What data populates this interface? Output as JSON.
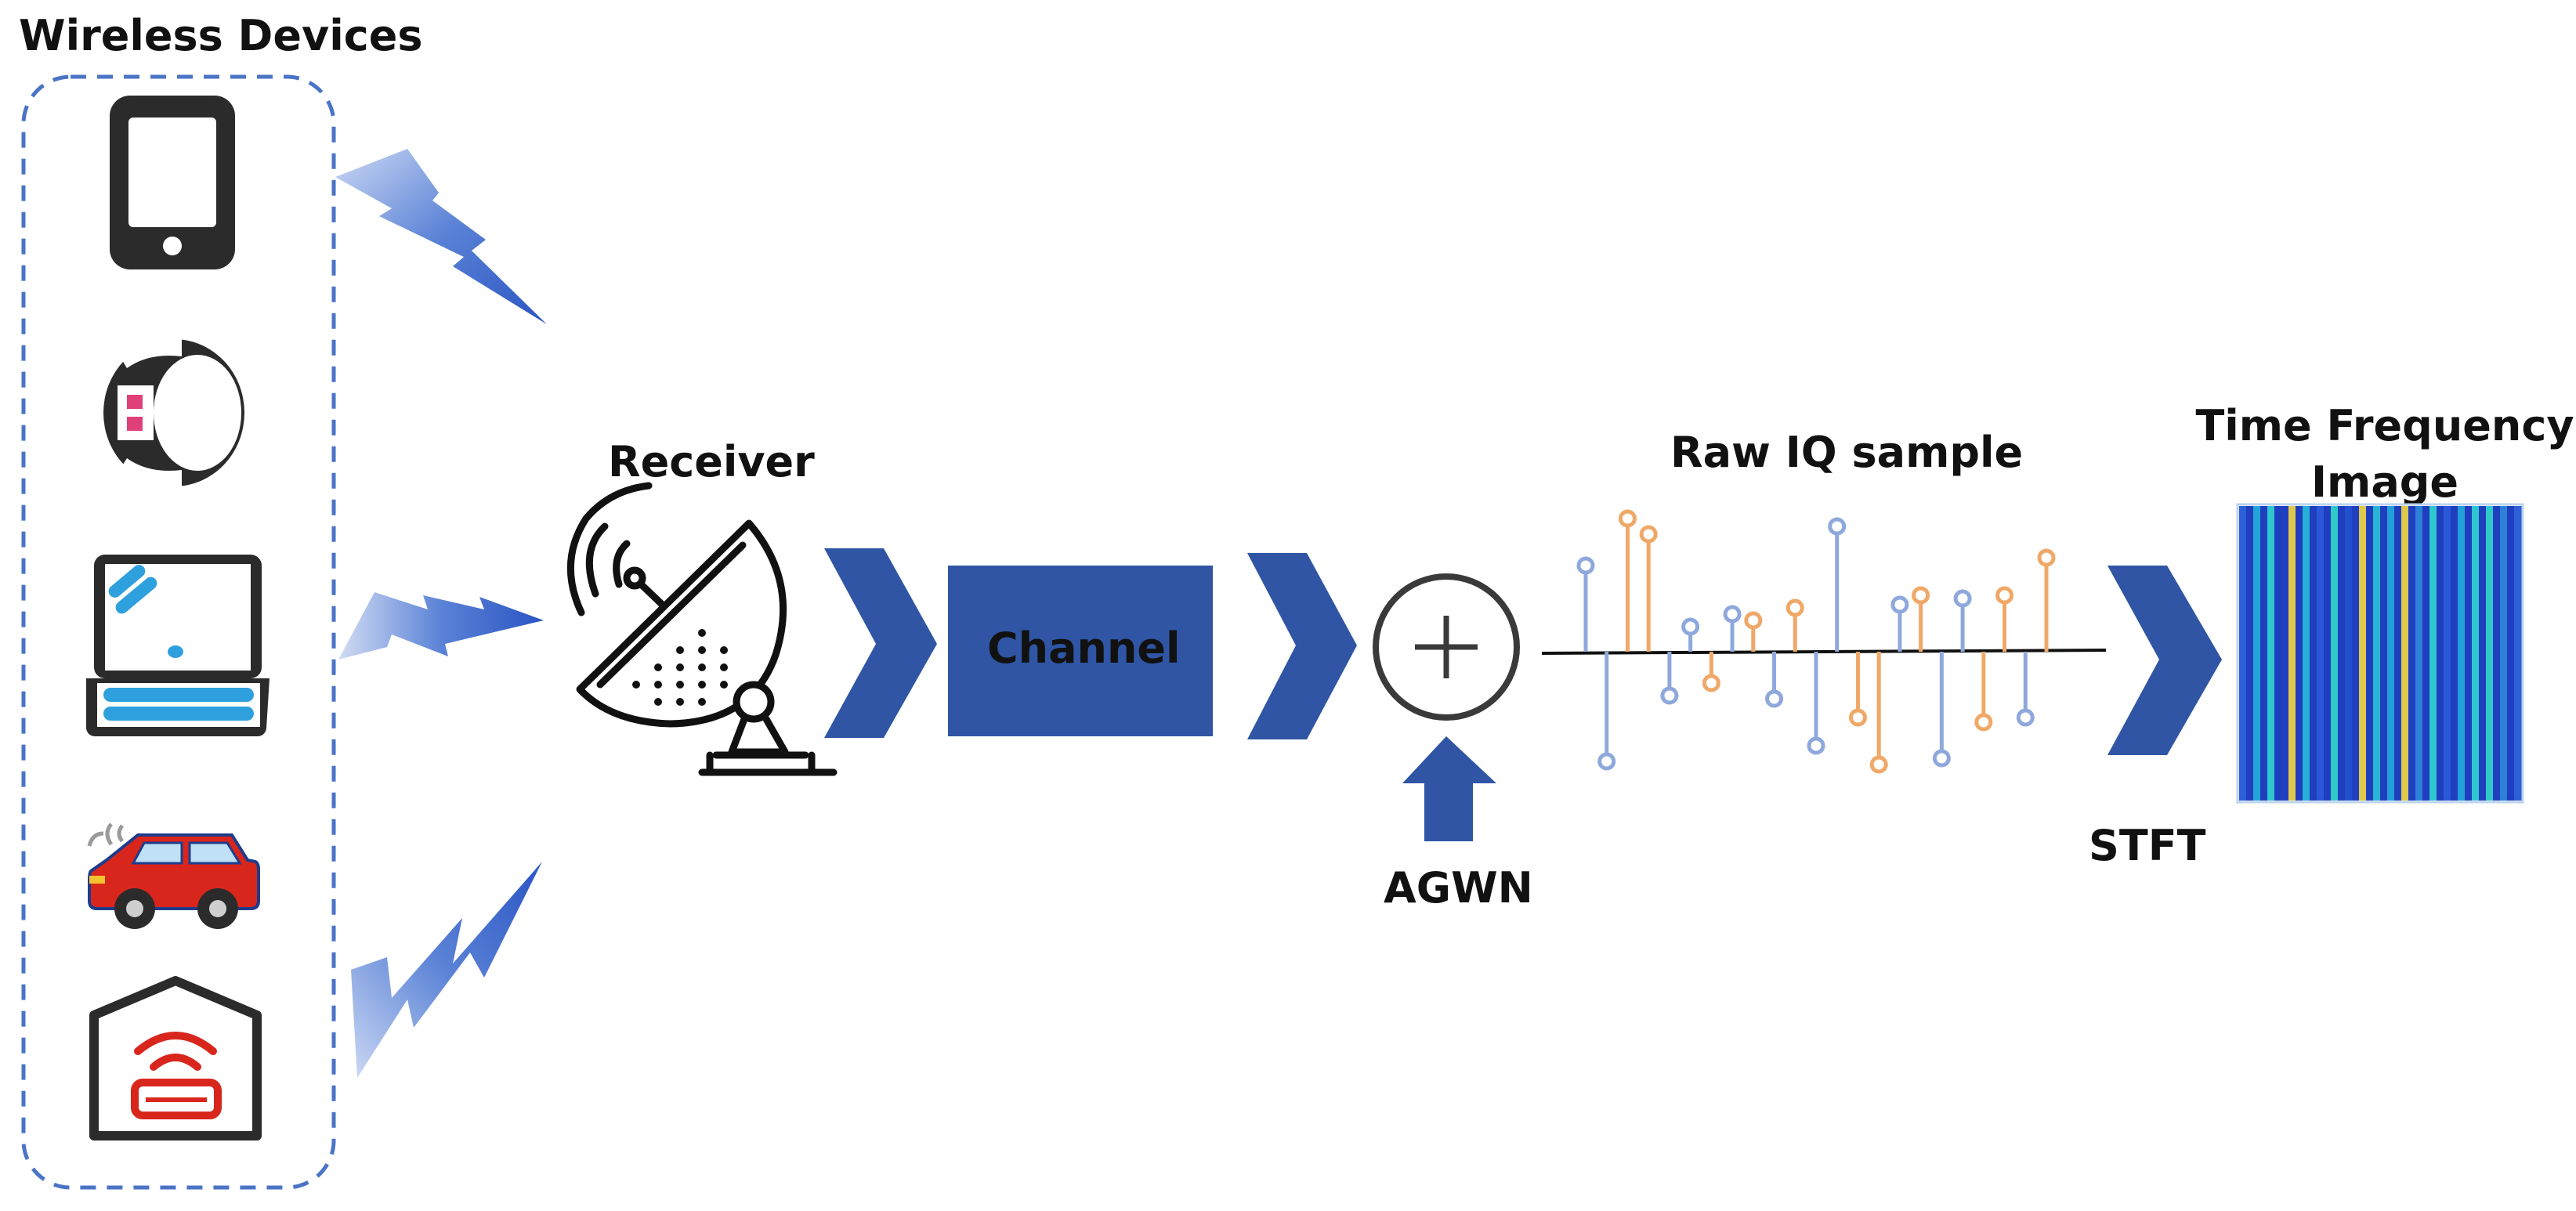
{
  "labels": {
    "wireless_devices": "Wireless Devices",
    "receiver": "Receiver",
    "channel": "Channel",
    "agwn": "AGWN",
    "raw_iq_sample": "Raw IQ sample",
    "stft": "STFT",
    "tf_image_line1": "Time Frequency",
    "tf_image_line2": "Image"
  },
  "devices": [
    {
      "name": "tablet-icon"
    },
    {
      "name": "smartwatch-icon"
    },
    {
      "name": "laptop-icon"
    },
    {
      "name": "car-icon"
    },
    {
      "name": "smart-home-icon"
    }
  ],
  "colors": {
    "primary_blue": "#2f55a4",
    "lightning_blue": "#3a64c8",
    "dashed_border": "#4a74c6",
    "iq_blue": "#8fa8dc",
    "iq_orange": "#f0a868",
    "icon_dark": "#2b2b2b",
    "accent_red": "#d9261c",
    "accent_pink": "#e0407a"
  },
  "iq_samples": [
    {
      "series": "blue",
      "value": 0.55
    },
    {
      "series": "blue",
      "value": -0.7
    },
    {
      "series": "orange",
      "value": 0.85
    },
    {
      "series": "orange",
      "value": 0.75
    },
    {
      "series": "blue",
      "value": -0.28
    },
    {
      "series": "blue",
      "value": 0.16
    },
    {
      "series": "orange",
      "value": -0.2
    },
    {
      "series": "blue",
      "value": 0.24
    },
    {
      "series": "orange",
      "value": 0.2
    },
    {
      "series": "blue",
      "value": -0.3
    },
    {
      "series": "orange",
      "value": 0.28
    },
    {
      "series": "blue",
      "value": -0.6
    },
    {
      "series": "blue",
      "value": 0.8
    },
    {
      "series": "orange",
      "value": -0.42
    },
    {
      "series": "orange",
      "value": -0.72
    },
    {
      "series": "blue",
      "value": 0.3
    },
    {
      "series": "orange",
      "value": 0.36
    },
    {
      "series": "blue",
      "value": -0.68
    },
    {
      "series": "blue",
      "value": 0.34
    },
    {
      "series": "orange",
      "value": -0.45
    },
    {
      "series": "orange",
      "value": 0.36
    },
    {
      "series": "blue",
      "value": -0.42
    },
    {
      "series": "orange",
      "value": 0.6
    }
  ],
  "tf_image_columns": [
    "#2c5fd8",
    "#1f3fbf",
    "#23a4d8",
    "#1f3fbf",
    "#2ec7cf",
    "#1f3fbf",
    "#1e40c0",
    "#e0c84c",
    "#1f3fbf",
    "#25b0d6",
    "#1f3fbf",
    "#2a58d8",
    "#1f3fbf",
    "#30c8c8",
    "#1f3fbf",
    "#2450cf",
    "#1f3fbf",
    "#e0c84c",
    "#1f3fbf",
    "#2ab4d4",
    "#1f3fbf",
    "#22a0d8",
    "#1f3fbf",
    "#e0c84c",
    "#1f3fbf",
    "#2d7fd8",
    "#1f3fbf",
    "#2ec7cf",
    "#1f3fbf",
    "#2a58d8",
    "#1f3fbf",
    "#22a0d8",
    "#1f3fbf",
    "#2ec7cf",
    "#1f3fbf",
    "#30c8c8",
    "#1f3fbf",
    "#2d7fd8",
    "#1f3fbf",
    "#2c5fd8"
  ]
}
